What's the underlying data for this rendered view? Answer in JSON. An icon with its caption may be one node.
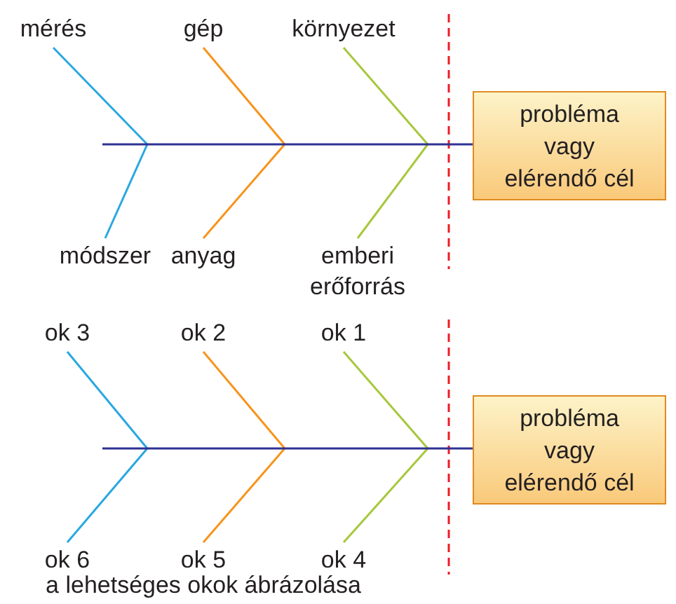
{
  "diagram": {
    "caption": "a lehetséges okok ábrázolása",
    "nodes": [
      {
        "text": [
          "mérés"
        ]
      },
      {
        "text": [
          "gép"
        ]
      },
      {
        "text": [
          "környezet"
        ]
      },
      {
        "text": [
          "probléma vagy elérendő cél"
        ]
      },
      {
        "text": [
          "módszer"
        ]
      },
      {
        "text": [
          "anyag"
        ]
      },
      {
        "text": [
          "emberi erőforrás"
        ]
      },
      {
        "text": [
          "ok 3"
        ]
      },
      {
        "text": [
          "ok 2"
        ]
      },
      {
        "text": [
          "ok 1"
        ]
      },
      {
        "text": [
          "probléma vagy elérendő cél"
        ]
      },
      {
        "text": [
          "ok 6"
        ]
      },
      {
        "text": [
          "ok 5"
        ]
      },
      {
        "text": [
          "ok 4"
        ]
      }
    ],
    "edges": [
      {
        "from": 0,
        "to": null,
        "arrow": "none",
        "color": "#29a8e0"
      },
      {
        "from": 1,
        "to": null,
        "arrow": "none",
        "color": "#f7941d"
      },
      {
        "from": 2,
        "to": null,
        "arrow": "none",
        "color": "#a6c83c"
      },
      {
        "from": 4,
        "to": null,
        "arrow": "none",
        "color": "#29a8e0"
      },
      {
        "from": 5,
        "to": null,
        "arrow": "none",
        "color": "#f7941d"
      },
      {
        "from": 6,
        "to": null,
        "arrow": "none",
        "color": "#a6c83c"
      },
      {
        "from": null,
        "to": 3,
        "arrow": "none",
        "color": "#2e3192"
      },
      {
        "from": 7,
        "to": null,
        "arrow": "none",
        "color": "#29a8e0"
      },
      {
        "from": 8,
        "to": null,
        "arrow": "none",
        "color": "#f7941d"
      },
      {
        "from": 9,
        "to": null,
        "arrow": "none",
        "color": "#a6c83c"
      },
      {
        "from": 11,
        "to": null,
        "arrow": "none",
        "color": "#29a8e0"
      },
      {
        "from": 12,
        "to": null,
        "arrow": "none",
        "color": "#f7941d"
      },
      {
        "from": 13,
        "to": null,
        "arrow": "none",
        "color": "#a6c83c"
      },
      {
        "from": null,
        "to": 10,
        "arrow": "none",
        "color": "#2e3192"
      }
    ]
  }
}
